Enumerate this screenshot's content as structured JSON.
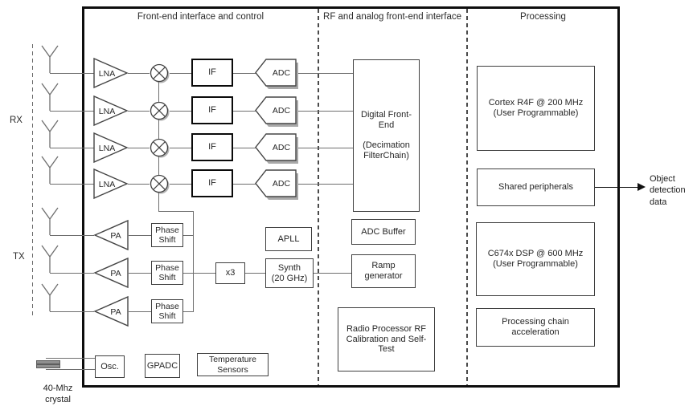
{
  "sections": {
    "front_end": {
      "title": "Front-end interface and control"
    },
    "rf_analog": {
      "title": "RF and analog front-end interface"
    },
    "processing": {
      "title": "Processing"
    }
  },
  "rx": {
    "label": "RX",
    "channels": 4,
    "lna": "LNA",
    "if": "IF",
    "adc": "ADC"
  },
  "tx": {
    "label": "TX",
    "channels": 3,
    "pa": "PA",
    "phase_shift": "Phase Shift"
  },
  "lo": {
    "apll": "APLL",
    "multiplier": "x3",
    "synth": "Synth",
    "synth_freq": "(20 GHz)"
  },
  "clock": {
    "osc": "Osc.",
    "crystal": "40-Mhz crystal"
  },
  "misc": {
    "gpadc": "GPADC",
    "temp_sensors": "Temperature Sensors"
  },
  "rf_blocks": {
    "dfe_title": "Digital Front- End",
    "dfe_sub": "(Decimation FilterChain)",
    "adc_buffer": "ADC Buffer",
    "ramp": "Ramp generator",
    "radio_proc": "Radio Processor RF Calibration and Self-Test"
  },
  "proc_blocks": {
    "cortex": "Cortex R4F @ 200 MHz",
    "cortex_sub": "(User Programmable)",
    "shared": "Shared peripherals",
    "dsp": "C674x DSP @ 600 MHz",
    "dsp_sub": "(User Programmable)",
    "accel": "Processing chain acceleration"
  },
  "output": {
    "label": "Object detection data"
  },
  "colors": {
    "wire": "#6e6e6e",
    "box_border": "#3f3f3f",
    "thick_border": "#0a0a0a",
    "text": "#262626"
  }
}
